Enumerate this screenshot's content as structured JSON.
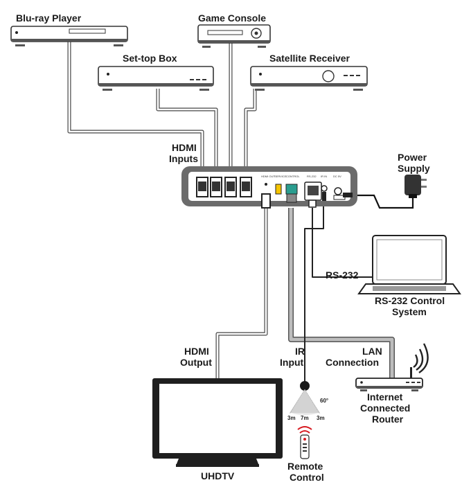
{
  "labels": {
    "bluray": "Blu-ray Player",
    "game": "Game Console",
    "stb": "Set-top Box",
    "sat": "Satellite Receiver",
    "hdmi_in_1": "HDMI",
    "hdmi_in_2": "Inputs",
    "power_1": "Power",
    "power_2": "Supply",
    "rs232": "RS-232",
    "rs232_sys_1": "RS-232 Control",
    "rs232_sys_2": "System",
    "hdmi_out_1": "HDMI",
    "hdmi_out_2": "Output",
    "ir_1": "IR",
    "ir_2": "Input",
    "lan_1": "LAN",
    "lan_2": "Connection",
    "router_1": "Internet",
    "router_2": "Connected",
    "router_3": "Router",
    "uhdtv": "UHDTV",
    "remote_1": "Remote",
    "remote_2": "Control"
  },
  "ir_range": {
    "angle": "60°",
    "left": "3m",
    "center": "7m",
    "right": "3m"
  },
  "panel_ports": {
    "hdmi_out": "HDMI OUT",
    "service": "SERVICE",
    "control": "CONTROL",
    "rs232": "RS-232",
    "ir_in": "IR IN",
    "dc": "DC 5V"
  }
}
